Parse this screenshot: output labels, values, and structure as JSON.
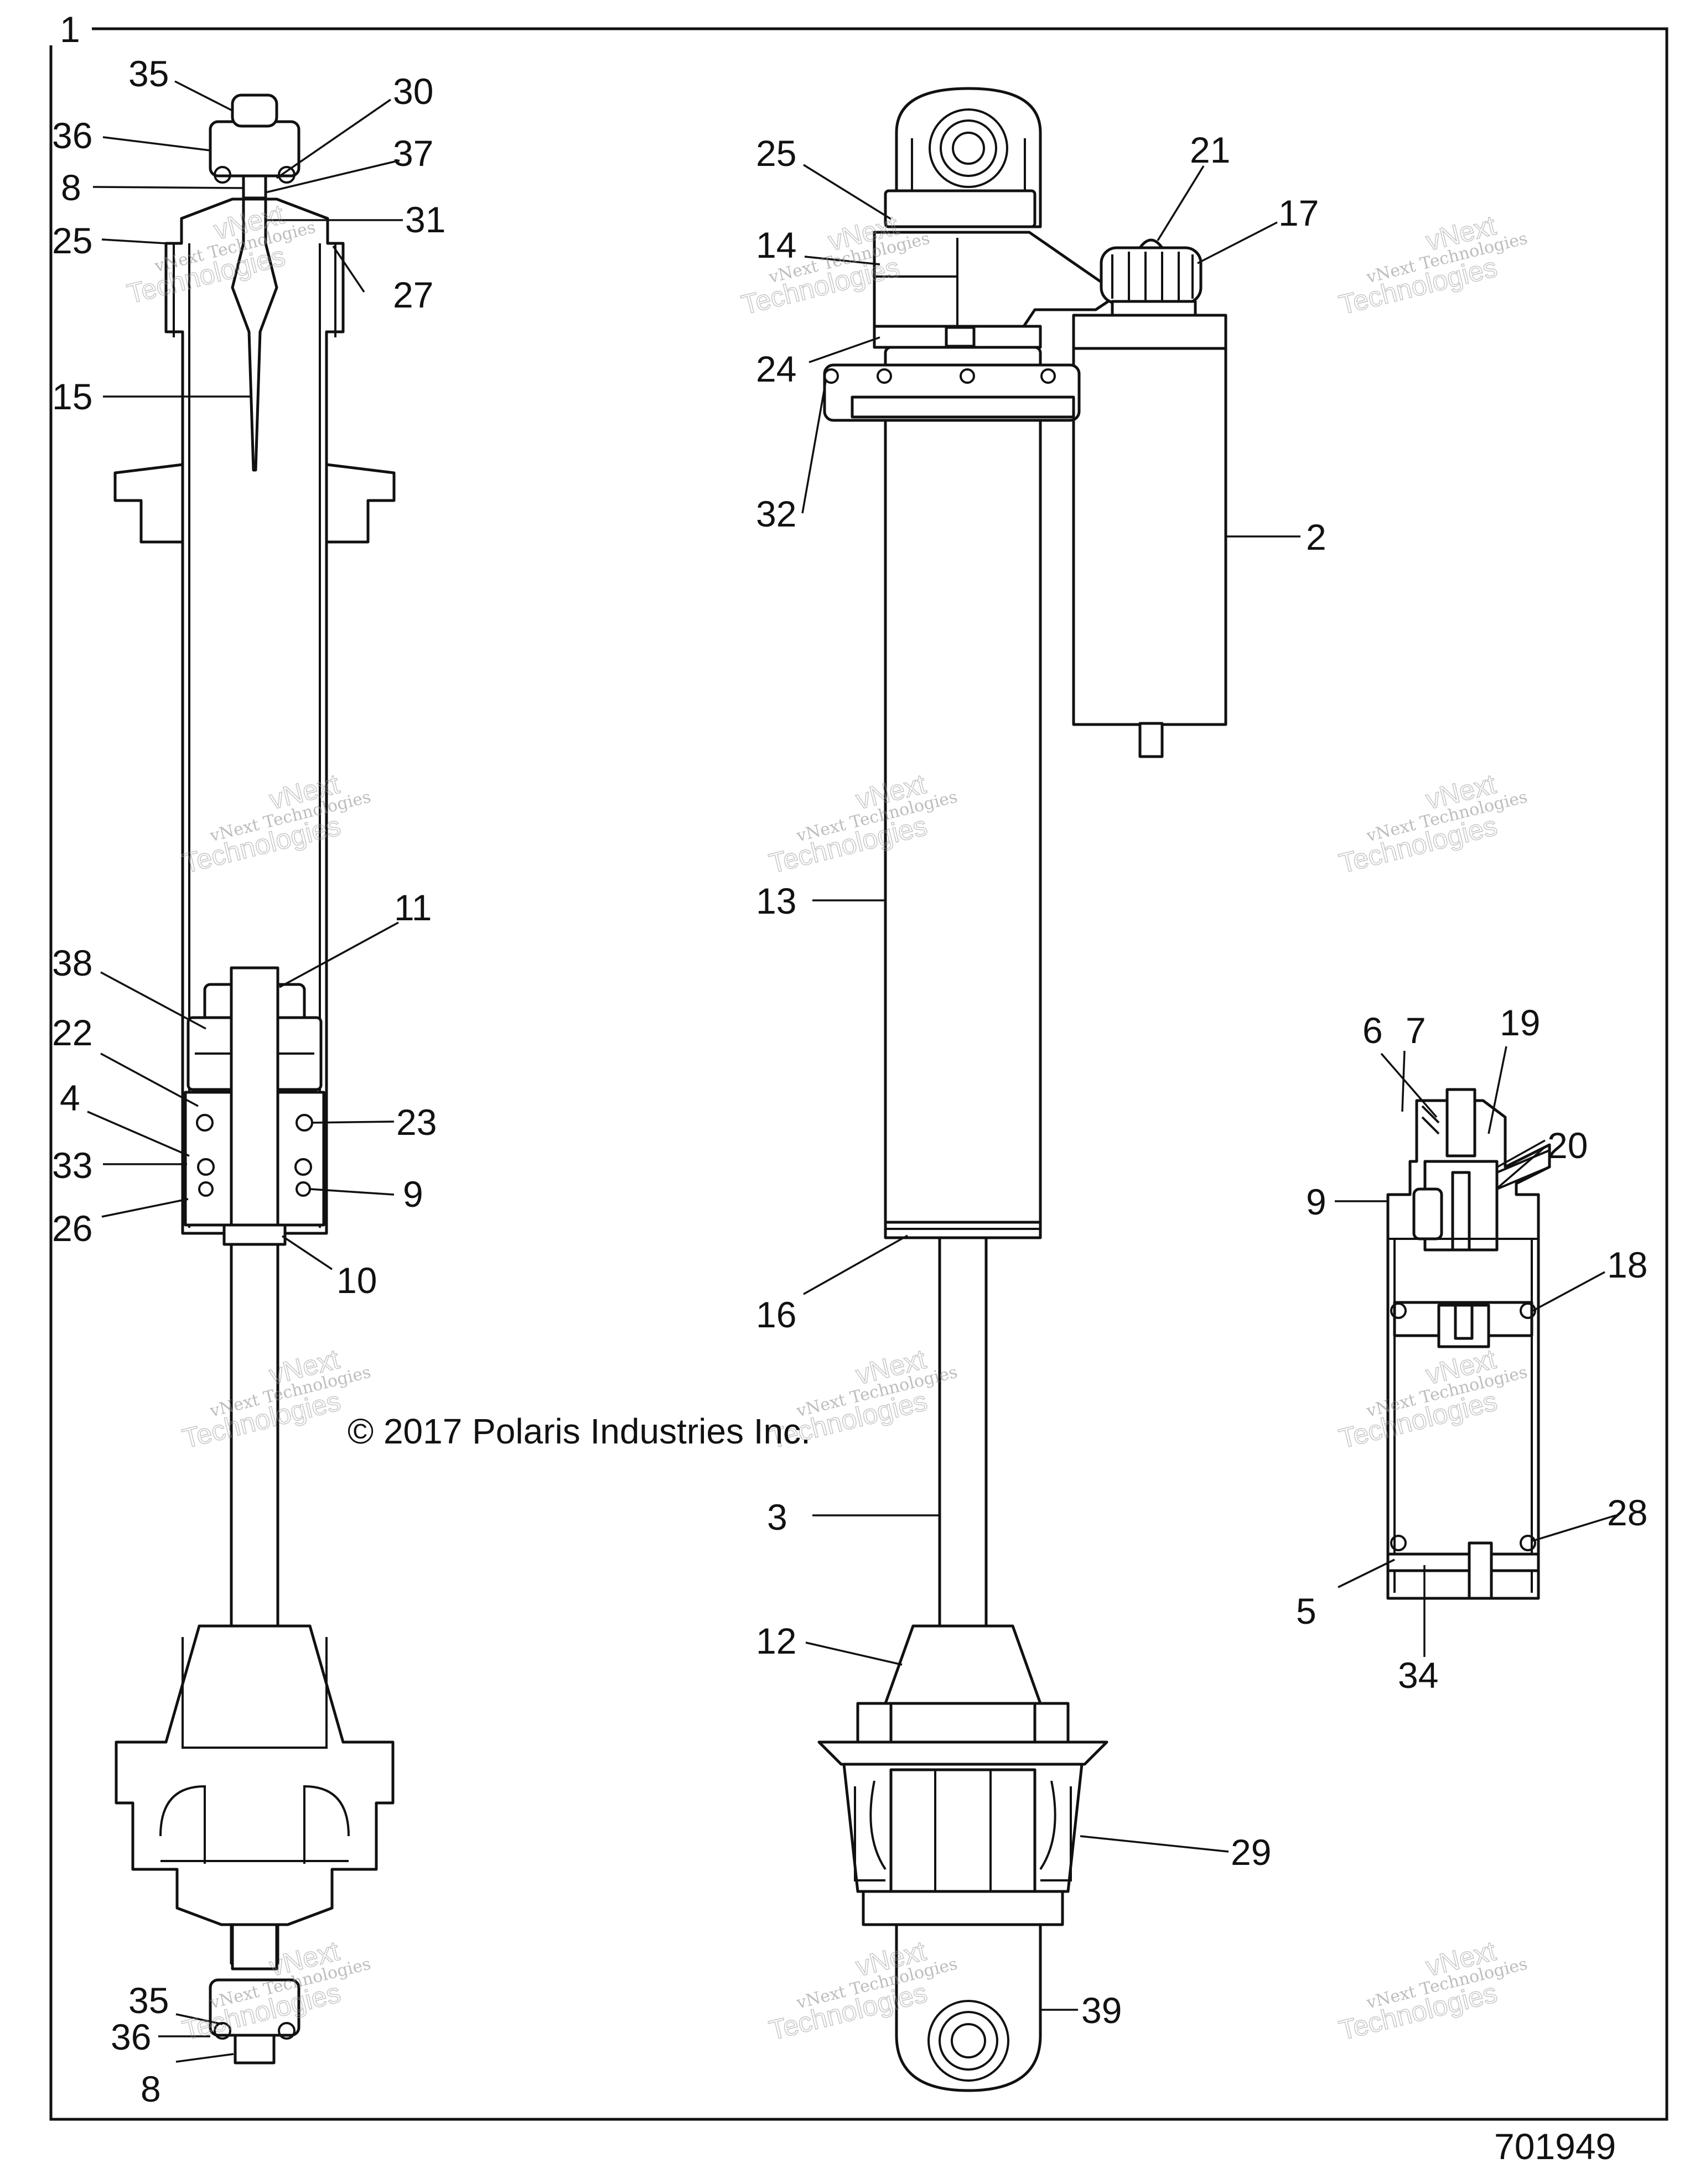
{
  "assembly_label": "1",
  "copyright": "© 2017 Polaris Industries Inc.",
  "drawing_number": "701949",
  "watermark": {
    "line1": "vNext Technologies",
    "line2": "Technologies",
    "line3": "vNext"
  },
  "callouts": {
    "left": [
      "35",
      "36",
      "30",
      "8",
      "37",
      "31",
      "25",
      "27",
      "15",
      "11",
      "38",
      "22",
      "4",
      "23",
      "33",
      "9",
      "26",
      "10",
      "35",
      "36",
      "8"
    ],
    "middle": [
      "25",
      "21",
      "17",
      "14",
      "24",
      "32",
      "2",
      "13",
      "16",
      "3",
      "12",
      "29",
      "39"
    ],
    "detail": [
      "6",
      "7",
      "19",
      "20",
      "9",
      "18",
      "28",
      "5",
      "34"
    ]
  }
}
